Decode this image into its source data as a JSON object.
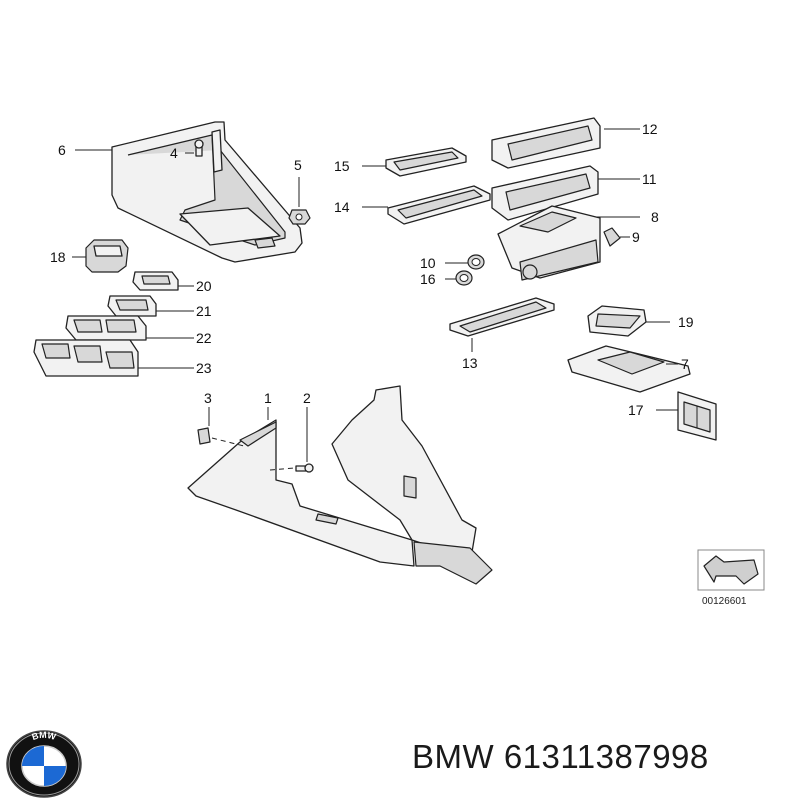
{
  "parts": {
    "labels": [
      "1",
      "2",
      "3",
      "4",
      "5",
      "6",
      "7",
      "8",
      "9",
      "10",
      "11",
      "12",
      "13",
      "14",
      "15",
      "16",
      "17",
      "18",
      "19",
      "20",
      "21",
      "22",
      "23"
    ]
  },
  "reference_number": "00126601",
  "caption": {
    "brand": "BMW",
    "part_number": "61311387998"
  },
  "logo": {
    "lettering": "BMW",
    "colors": {
      "blue": "#1c69d4",
      "black": "#111111",
      "white": "#ffffff"
    }
  }
}
